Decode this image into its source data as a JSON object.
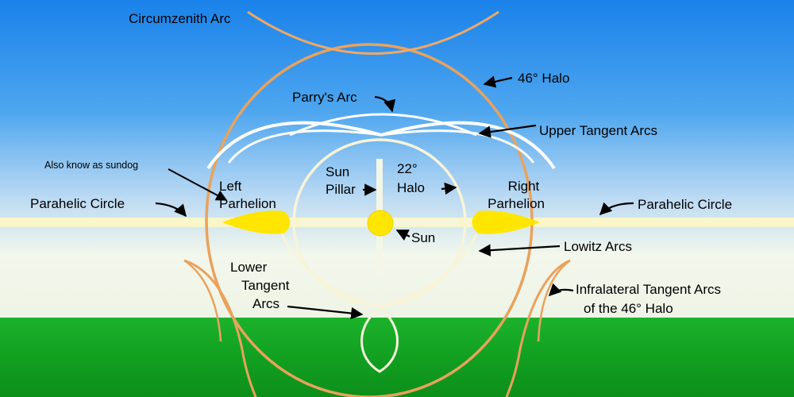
{
  "labels": {
    "circumzenith_arc": "Circumzenith Arc",
    "halo_46": "46° Halo",
    "parrys_arc": "Parry's Arc",
    "upper_tangent_arcs": "Upper Tangent Arcs",
    "also_known_as": "Also know as sundog",
    "left_parhelion": [
      "Left",
      "Parhelion"
    ],
    "sun_pillar": [
      "Sun",
      "Pillar"
    ],
    "halo_22": [
      "22°",
      "Halo"
    ],
    "right_parhelion": [
      "Right",
      "Parhelion"
    ],
    "parhelic_circle_left": "Parahelic Circle",
    "parhelic_circle_right": "Parahelic Circle",
    "sun": "Sun",
    "lowitz_arcs": "Lowitz Arcs",
    "lower_tangent_arcs": [
      "Lower",
      "Tangent",
      "Arcs"
    ],
    "infralateral_arcs": [
      "Infralateral Tangent Arcs",
      "of the 46° Halo"
    ]
  },
  "colors": {
    "sky_top": "#1f86ea",
    "sky_horizon": "#f4f8ee",
    "ground": "#12a222",
    "halo_46": "#e9a25c",
    "halo_22": "#f8f4d8",
    "sun": "#ffe600",
    "parhelic_circle": "#fbf7c6"
  }
}
